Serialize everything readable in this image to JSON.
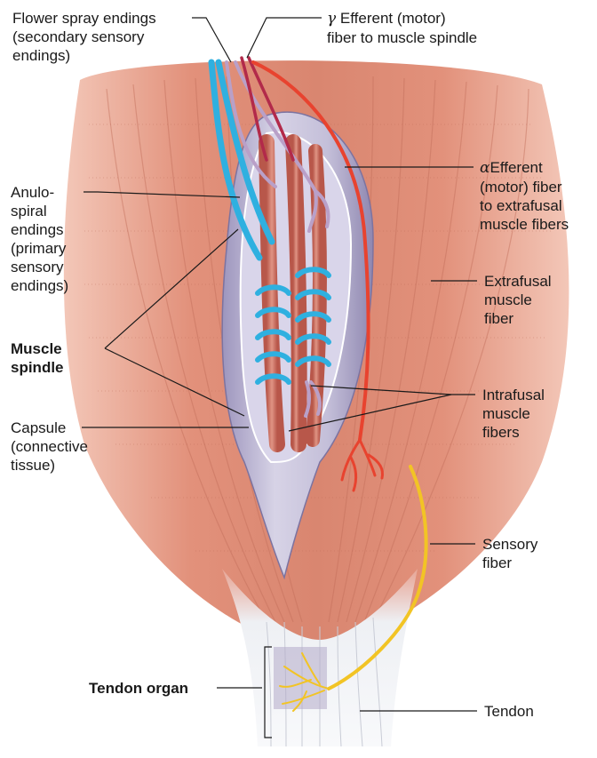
{
  "labels": {
    "flower_spray": [
      "Flower spray endings",
      "(secondary sensory",
      "endings)"
    ],
    "gamma_symbol": "γ",
    "gamma_efferent": [
      "Efferent (motor)",
      "fiber to muscle spindle"
    ],
    "alpha_symbol": "α",
    "alpha_efferent": [
      "Efferent",
      "(motor) fiber",
      "to extrafusal",
      "muscle fibers"
    ],
    "anulospiral": [
      "Anulo-",
      "spiral",
      "endings",
      "(primary",
      "sensory",
      "endings)"
    ],
    "extrafusal": [
      "Extrafusal",
      "muscle",
      "fiber"
    ],
    "muscle_spindle": [
      "Muscle",
      "spindle"
    ],
    "intrafusal": [
      "Intrafusal",
      "muscle",
      "fibers"
    ],
    "capsule": [
      "Capsule",
      "(connective",
      "tissue)"
    ],
    "sensory_fiber": [
      "Sensory",
      "fiber"
    ],
    "tendon_organ": "Tendon organ",
    "tendon": "Tendon"
  },
  "colors": {
    "muscle": "#e0947f",
    "muscle_dark": "#c26c58",
    "capsule": "#b9b3cf",
    "capsule_edge": "#8a82a8",
    "sensory_primary": "#2fb0e0",
    "alpha_fiber": "#e8432f",
    "gamma_fiber": "#b22a4a",
    "secondary_fiber": "#b9a0c8",
    "sensory_fiber": "#f2c425",
    "tendon": "#eceef2",
    "leader": "#1a1a1a"
  }
}
